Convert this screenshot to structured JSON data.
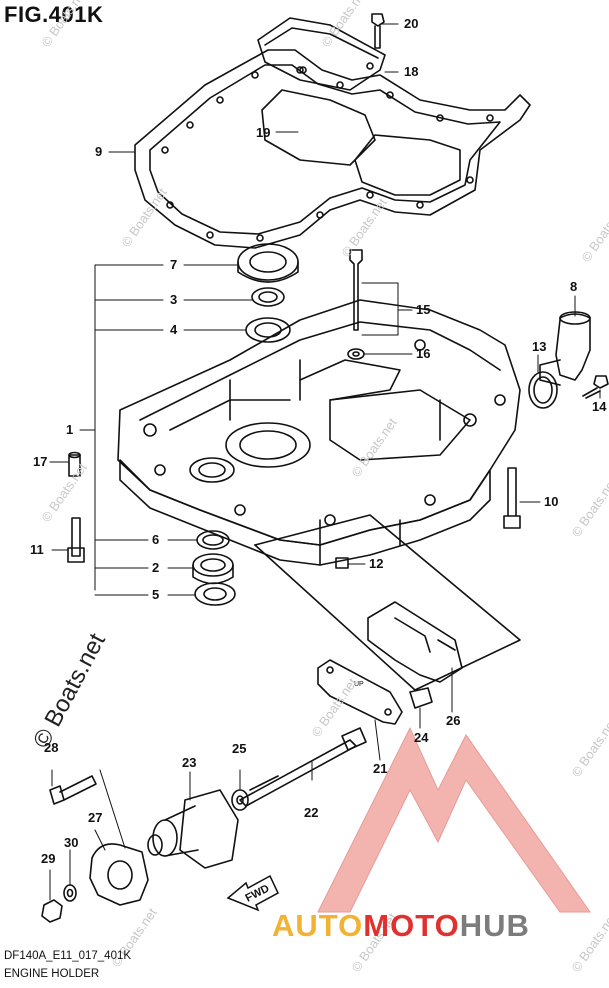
{
  "figure": {
    "title": "FIG.401K",
    "code": "DF140A_E11_017_401K",
    "name": "ENGINE HOLDER"
  },
  "callouts": [
    {
      "label": "20"
    },
    {
      "label": "18"
    },
    {
      "label": "9"
    },
    {
      "label": "19"
    },
    {
      "label": "7"
    },
    {
      "label": "3"
    },
    {
      "label": "4"
    },
    {
      "label": "15"
    },
    {
      "label": "16"
    },
    {
      "label": "8"
    },
    {
      "label": "13"
    },
    {
      "label": "14"
    },
    {
      "label": "1"
    },
    {
      "label": "17"
    },
    {
      "label": "10"
    },
    {
      "label": "11"
    },
    {
      "label": "6"
    },
    {
      "label": "2"
    },
    {
      "label": "5"
    },
    {
      "label": "12"
    },
    {
      "label": "26"
    },
    {
      "label": "24"
    },
    {
      "label": "21"
    },
    {
      "label": "28"
    },
    {
      "label": "25"
    },
    {
      "label": "23"
    },
    {
      "label": "22"
    },
    {
      "label": "27"
    },
    {
      "label": "30"
    },
    {
      "label": "29"
    }
  ],
  "arrow_label": "FWD",
  "part_marks": {
    "gasket_mark": "UP"
  },
  "watermark": {
    "text": "© Boats.net"
  },
  "brand": {
    "part1": "AUTO",
    "part2": "MOTO",
    "part3": "HUB"
  },
  "colors": {
    "line": "#111111",
    "brand_orange": "#f2b233",
    "brand_red": "#e0312f",
    "brand_gray": "#7c7c7c",
    "logo_pink": "#f2a7a3",
    "watermark": "#c8c8c8"
  }
}
